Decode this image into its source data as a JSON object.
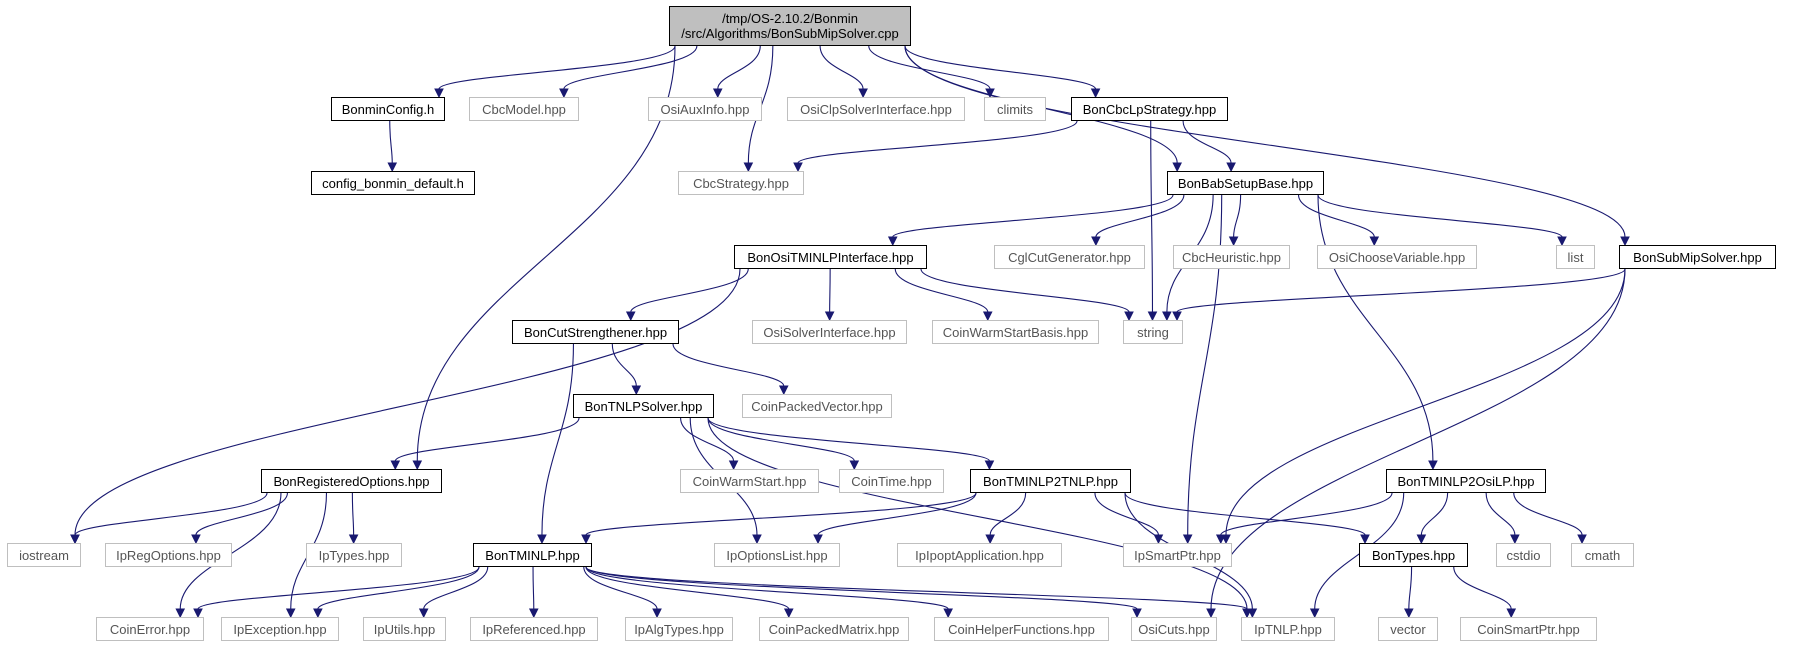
{
  "root": {
    "line1": "/tmp/OS-2.10.2/Bonmin",
    "line2": "/src/Algorithms/BonSubMipSolver.cpp"
  },
  "nodes": {
    "BonminConfig": "BonminConfig.h",
    "CbcModel": "CbcModel.hpp",
    "OsiAuxInfo": "OsiAuxInfo.hpp",
    "OsiClpSolverInterface": "OsiClpSolverInterface.hpp",
    "climits": "climits",
    "BonCbcLpStrategy": "BonCbcLpStrategy.hpp",
    "config_bonmin_default": "config_bonmin_default.h",
    "CbcStrategy": "CbcStrategy.hpp",
    "BonBabSetupBase": "BonBabSetupBase.hpp",
    "BonOsiTMINLPInterface": "BonOsiTMINLPInterface.hpp",
    "CglCutGenerator": "CglCutGenerator.hpp",
    "CbcHeuristic": "CbcHeuristic.hpp",
    "OsiChooseVariable": "OsiChooseVariable.hpp",
    "list": "list",
    "BonSubMipSolver": "BonSubMipSolver.hpp",
    "BonCutStrengthener": "BonCutStrengthener.hpp",
    "OsiSolverInterface": "OsiSolverInterface.hpp",
    "CoinWarmStartBasis": "CoinWarmStartBasis.hpp",
    "string": "string",
    "BonTNLPSolver": "BonTNLPSolver.hpp",
    "CoinPackedVector": "CoinPackedVector.hpp",
    "BonRegisteredOptions": "BonRegisteredOptions.hpp",
    "CoinWarmStart": "CoinWarmStart.hpp",
    "CoinTime": "CoinTime.hpp",
    "BonTMINLP2TNLP": "BonTMINLP2TNLP.hpp",
    "BonTMINLP2OsiLP": "BonTMINLP2OsiLP.hpp",
    "iostream": "iostream",
    "IpRegOptions": "IpRegOptions.hpp",
    "IpTypes": "IpTypes.hpp",
    "BonTMINLP": "BonTMINLP.hpp",
    "IpOptionsList": "IpOptionsList.hpp",
    "IpIpoptApplication": "IpIpoptApplication.hpp",
    "IpSmartPtr": "IpSmartPtr.hpp",
    "BonTypes": "BonTypes.hpp",
    "cstdio": "cstdio",
    "cmath": "cmath",
    "CoinError": "CoinError.hpp",
    "IpException": "IpException.hpp",
    "IpUtils": "IpUtils.hpp",
    "IpReferenced": "IpReferenced.hpp",
    "IpAlgTypes": "IpAlgTypes.hpp",
    "CoinPackedMatrix": "CoinPackedMatrix.hpp",
    "CoinHelperFunctions": "CoinHelperFunctions.hpp",
    "OsiCuts": "OsiCuts.hpp",
    "IpTNLP": "IpTNLP.hpp",
    "vector": "vector",
    "CoinSmartPtr": "CoinSmartPtr.hpp"
  },
  "edges": [
    [
      "root",
      "BonRegisteredOptions"
    ],
    [
      "root",
      "BonminConfig"
    ],
    [
      "root",
      "CbcModel"
    ],
    [
      "root",
      "CbcStrategy"
    ],
    [
      "root",
      "OsiAuxInfo"
    ],
    [
      "root",
      "OsiClpSolverInterface"
    ],
    [
      "root",
      "climits"
    ],
    [
      "root",
      "BonCbcLpStrategy"
    ],
    [
      "root",
      "BonBabSetupBase"
    ],
    [
      "root",
      "BonSubMipSolver"
    ],
    [
      "BonminConfig",
      "config_bonmin_default"
    ],
    [
      "BonCbcLpStrategy",
      "CbcStrategy"
    ],
    [
      "BonCbcLpStrategy",
      "BonBabSetupBase"
    ],
    [
      "BonCbcLpStrategy",
      "string"
    ],
    [
      "BonBabSetupBase",
      "BonOsiTMINLPInterface"
    ],
    [
      "BonBabSetupBase",
      "CglCutGenerator"
    ],
    [
      "BonBabSetupBase",
      "CbcHeuristic"
    ],
    [
      "BonBabSetupBase",
      "OsiChooseVariable"
    ],
    [
      "BonBabSetupBase",
      "list"
    ],
    [
      "BonBabSetupBase",
      "string"
    ],
    [
      "BonBabSetupBase",
      "BonTMINLP2OsiLP"
    ],
    [
      "BonBabSetupBase",
      "IpSmartPtr"
    ],
    [
      "BonOsiTMINLPInterface",
      "iostream"
    ],
    [
      "BonOsiTMINLPInterface",
      "BonCutStrengthener"
    ],
    [
      "BonOsiTMINLPInterface",
      "OsiSolverInterface"
    ],
    [
      "BonOsiTMINLPInterface",
      "CoinWarmStartBasis"
    ],
    [
      "BonOsiTMINLPInterface",
      "string"
    ],
    [
      "BonSubMipSolver",
      "string"
    ],
    [
      "BonSubMipSolver",
      "IpSmartPtr"
    ],
    [
      "BonSubMipSolver",
      "OsiCuts"
    ],
    [
      "BonCutStrengthener",
      "BonTNLPSolver"
    ],
    [
      "BonCutStrengthener",
      "CoinPackedVector"
    ],
    [
      "BonCutStrengthener",
      "BonTMINLP"
    ],
    [
      "BonTNLPSolver",
      "BonRegisteredOptions"
    ],
    [
      "BonTNLPSolver",
      "CoinWarmStart"
    ],
    [
      "BonTNLPSolver",
      "CoinTime"
    ],
    [
      "BonTNLPSolver",
      "BonTMINLP2TNLP"
    ],
    [
      "BonTNLPSolver",
      "IpOptionsList"
    ],
    [
      "BonTNLPSolver",
      "IpTNLP"
    ],
    [
      "BonRegisteredOptions",
      "iostream"
    ],
    [
      "BonRegisteredOptions",
      "IpRegOptions"
    ],
    [
      "BonRegisteredOptions",
      "IpTypes"
    ],
    [
      "BonRegisteredOptions",
      "CoinError"
    ],
    [
      "BonRegisteredOptions",
      "IpException"
    ],
    [
      "BonTMINLP2TNLP",
      "BonTMINLP"
    ],
    [
      "BonTMINLP2TNLP",
      "IpOptionsList"
    ],
    [
      "BonTMINLP2TNLP",
      "IpIpoptApplication"
    ],
    [
      "BonTMINLP2TNLP",
      "IpSmartPtr"
    ],
    [
      "BonTMINLP2TNLP",
      "BonTypes"
    ],
    [
      "BonTMINLP2TNLP",
      "IpTNLP"
    ],
    [
      "BonTMINLP2OsiLP",
      "IpSmartPtr"
    ],
    [
      "BonTMINLP2OsiLP",
      "BonTypes"
    ],
    [
      "BonTMINLP2OsiLP",
      "cstdio"
    ],
    [
      "BonTMINLP2OsiLP",
      "cmath"
    ],
    [
      "BonTMINLP2OsiLP",
      "IpTNLP"
    ],
    [
      "BonTMINLP",
      "CoinError"
    ],
    [
      "BonTMINLP",
      "IpException"
    ],
    [
      "BonTMINLP",
      "IpUtils"
    ],
    [
      "BonTMINLP",
      "IpReferenced"
    ],
    [
      "BonTMINLP",
      "IpAlgTypes"
    ],
    [
      "BonTMINLP",
      "CoinPackedMatrix"
    ],
    [
      "BonTMINLP",
      "CoinHelperFunctions"
    ],
    [
      "BonTMINLP",
      "OsiCuts"
    ],
    [
      "BonTMINLP",
      "IpTNLP"
    ],
    [
      "BonTypes",
      "vector"
    ],
    [
      "BonTypes",
      "CoinSmartPtr"
    ]
  ]
}
